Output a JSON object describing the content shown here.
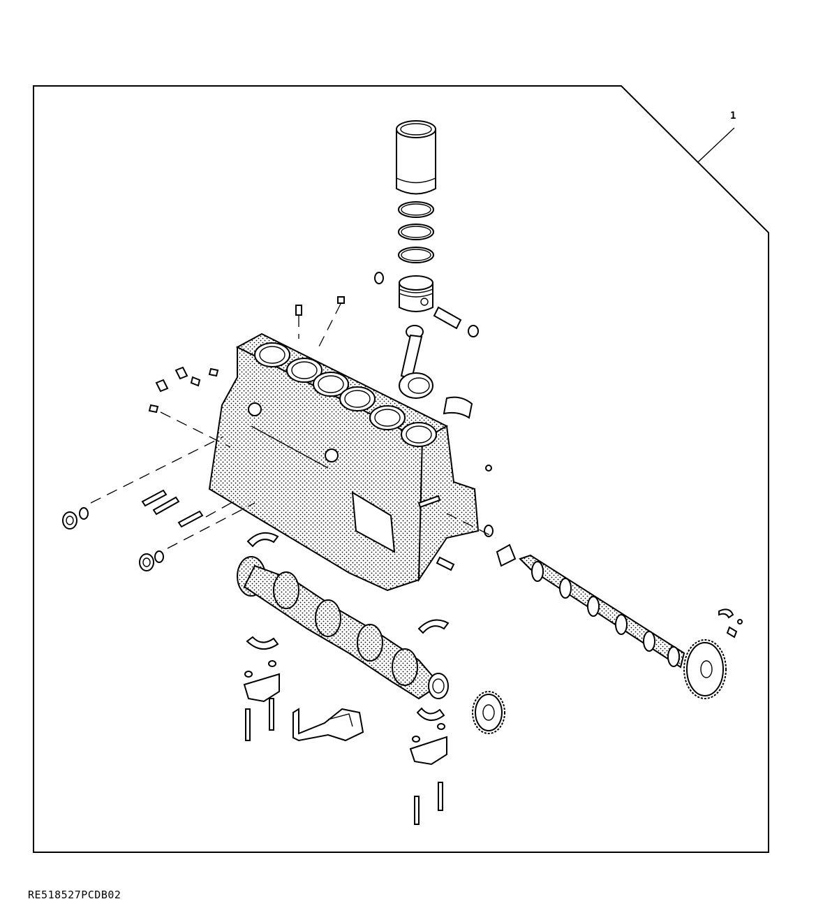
{
  "callout": {
    "item_number": "1"
  },
  "footer": {
    "reference_code": "RE518527PCDB02"
  },
  "icons": [
    "engine-block-illustration",
    "cylinder-liner-icon",
    "piston-icon",
    "connecting-rod-icon",
    "crankshaft-icon",
    "camshaft-icon",
    "bearing-cap-icon",
    "bolt-icon",
    "gear-icon",
    "oil-pump-icon"
  ]
}
